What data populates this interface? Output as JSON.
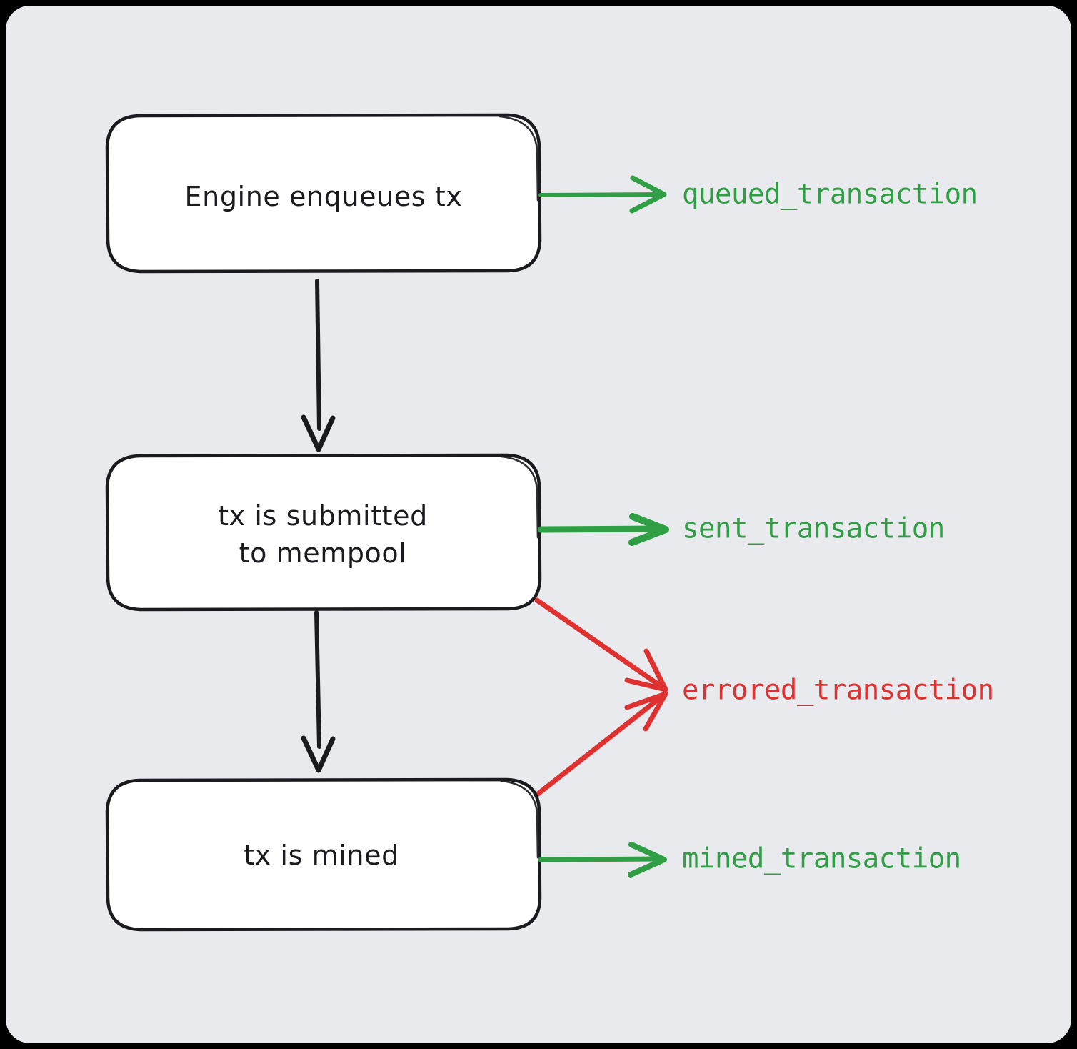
{
  "canvas": {
    "background": "#e9eaee",
    "outer_background": "#000000",
    "corner_radius": 34
  },
  "colors": {
    "stroke": "#1b1b1f",
    "node_fill": "#ffffff",
    "success": "#2f9e44",
    "error": "#e03131"
  },
  "diagram": {
    "type": "flowchart",
    "nodes": [
      {
        "id": "enqueued",
        "label": "Engine enqueues tx"
      },
      {
        "id": "submitted",
        "label_line1": "tx is submitted",
        "label_line2": "to mempool"
      },
      {
        "id": "mined",
        "label": "tx is mined"
      }
    ],
    "events": [
      {
        "id": "queued",
        "label": "queued_transaction",
        "status": "success",
        "color": "#2f9e44",
        "from": "enqueued"
      },
      {
        "id": "sent",
        "label": "sent_transaction",
        "status": "success",
        "color": "#2f9e44",
        "from": "submitted"
      },
      {
        "id": "errored",
        "label": "errored_transaction",
        "status": "error",
        "color": "#e03131",
        "from": "submitted, mined"
      },
      {
        "id": "mined_event",
        "label": "mined_transaction",
        "status": "success",
        "color": "#2f9e44",
        "from": "mined"
      }
    ],
    "flow_edges": [
      {
        "from": "enqueued",
        "to": "submitted"
      },
      {
        "from": "submitted",
        "to": "mined"
      }
    ]
  }
}
